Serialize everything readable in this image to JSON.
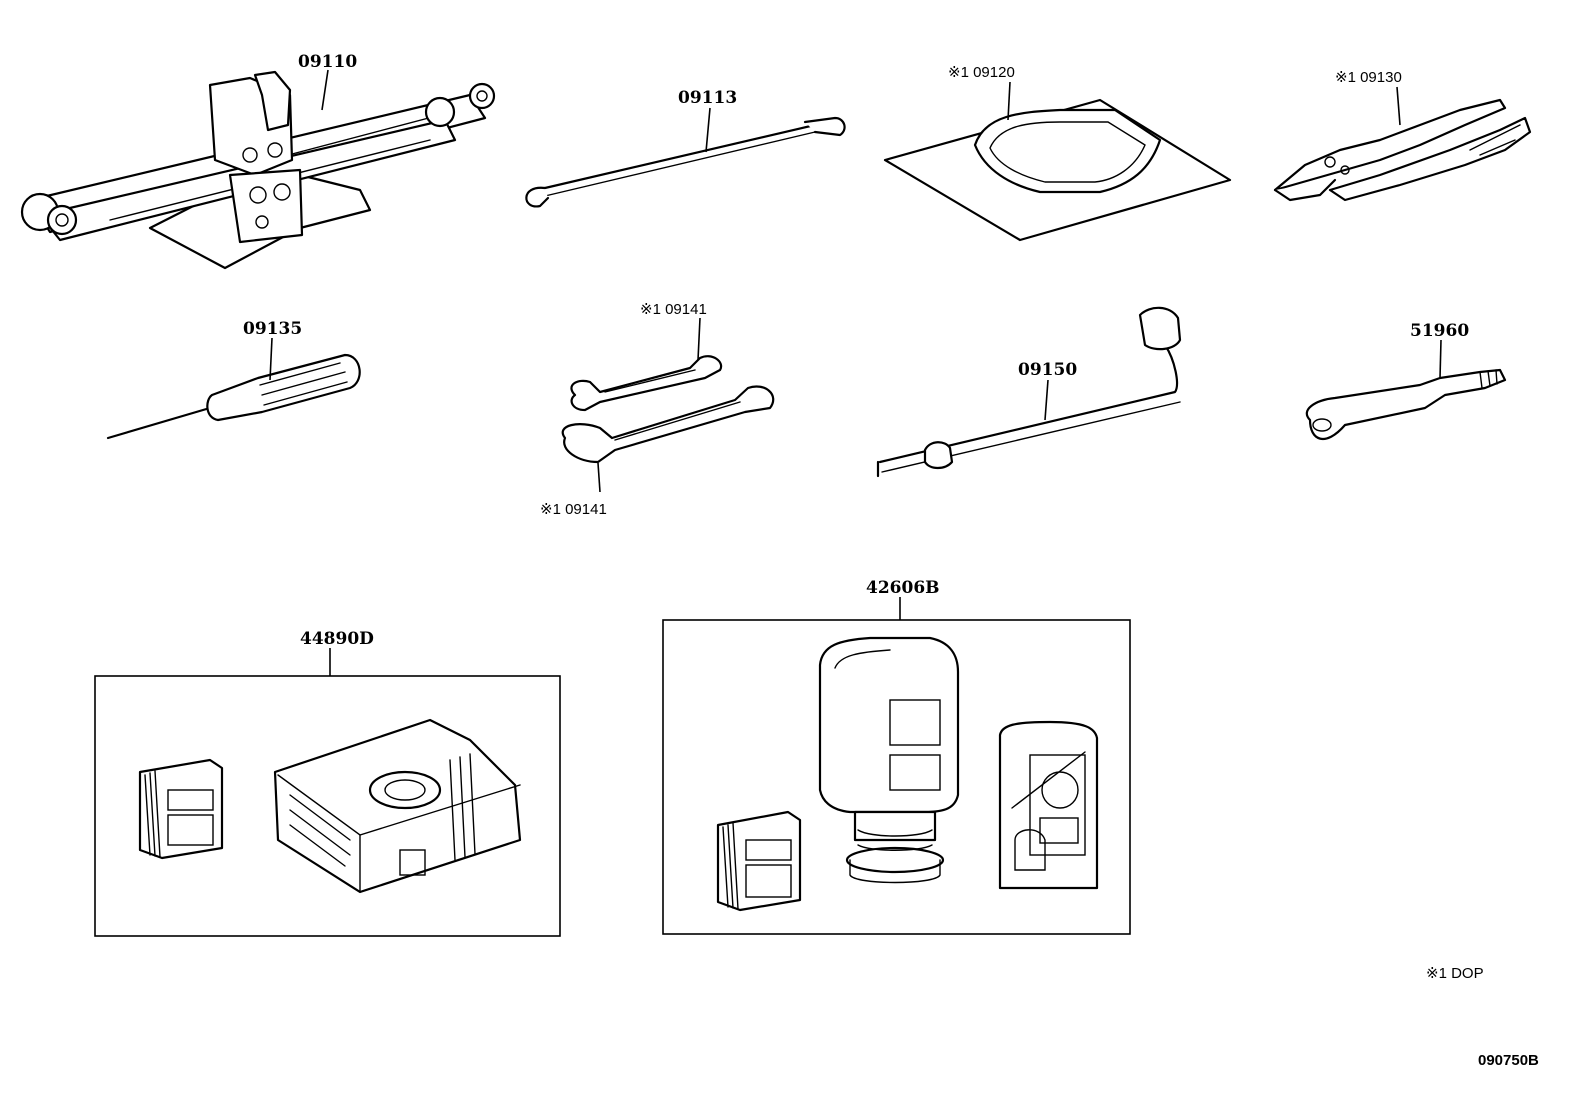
{
  "parts": {
    "jack": "09110",
    "jack_handle": "09113",
    "tool_bag": "※1 09120",
    "pliers": "※1 09130",
    "screwdriver": "09135",
    "wrench_upper": "※1 09141",
    "wrench_lower": "※1 09141",
    "lug_wrench": "09150",
    "spare_tire_carrier_bolt": "51960",
    "compressor_kit": "44890D",
    "repair_kit": "42606B"
  },
  "legend": {
    "dop": "※1 DOP"
  },
  "diagram_code": "090750B"
}
